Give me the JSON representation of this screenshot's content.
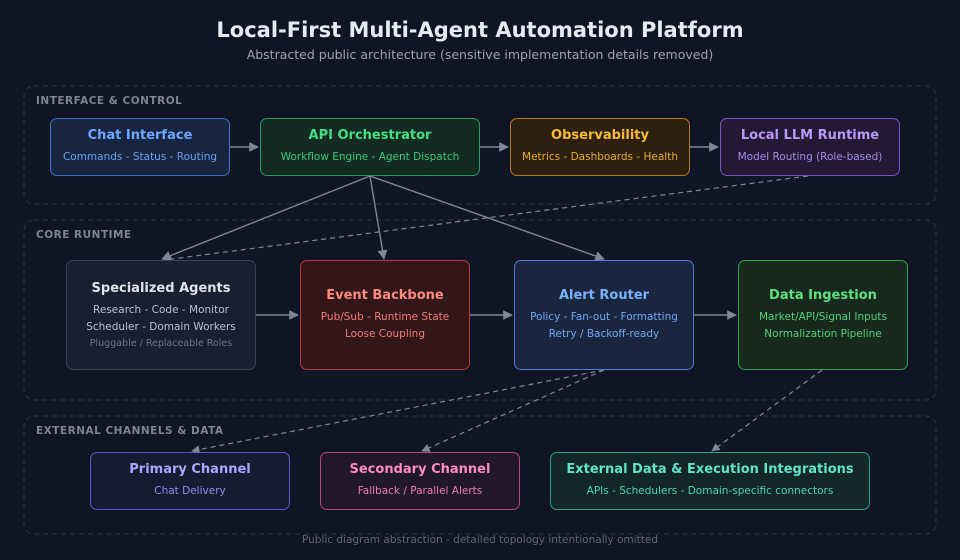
{
  "header": {
    "title": "Local-First Multi-Agent Automation Platform",
    "subtitle": "Abstracted public architecture (sensitive implementation details removed)"
  },
  "footer": {
    "text": "Public diagram abstraction - detailed topology intentionally omitted"
  },
  "sections": {
    "interface": {
      "label": "INTERFACE & CONTROL"
    },
    "core": {
      "label": "CORE RUNTIME"
    },
    "external": {
      "label": "EXTERNAL CHANNELS & DATA"
    }
  },
  "nodes": {
    "chat": {
      "title": "Chat Interface",
      "lines": [
        "Commands - Status - Routing"
      ]
    },
    "api": {
      "title": "API Orchestrator",
      "lines": [
        "Workflow Engine - Agent Dispatch"
      ]
    },
    "obs": {
      "title": "Observability",
      "lines": [
        "Metrics - Dashboards - Health"
      ]
    },
    "llm": {
      "title": "Local LLM Runtime",
      "lines": [
        "Model Routing (Role-based)"
      ]
    },
    "agents": {
      "title": "Specialized Agents",
      "lines": [
        "Research - Code - Monitor",
        "Scheduler - Domain Workers"
      ],
      "note": "Pluggable / Replaceable Roles"
    },
    "event": {
      "title": "Event Backbone",
      "lines": [
        "Pub/Sub - Runtime State",
        "Loose Coupling"
      ]
    },
    "alert": {
      "title": "Alert Router",
      "lines": [
        "Policy - Fan-out - Formatting",
        "Retry / Backoff-ready"
      ]
    },
    "ingest": {
      "title": "Data Ingestion",
      "lines": [
        "Market/API/Signal Inputs",
        "Normalization Pipeline"
      ]
    },
    "primary": {
      "title": "Primary Channel",
      "lines": [
        "Chat Delivery"
      ]
    },
    "secondary": {
      "title": "Secondary Channel",
      "lines": [
        "Fallback / Parallel Alerts"
      ]
    },
    "extdata": {
      "title": "External Data & Execution Integrations",
      "lines": [
        "APIs - Schedulers - Domain-specific connectors"
      ]
    }
  },
  "colors": {
    "background": "#0f1524",
    "connector": "#7d8798",
    "section_border": "#2b3547"
  }
}
